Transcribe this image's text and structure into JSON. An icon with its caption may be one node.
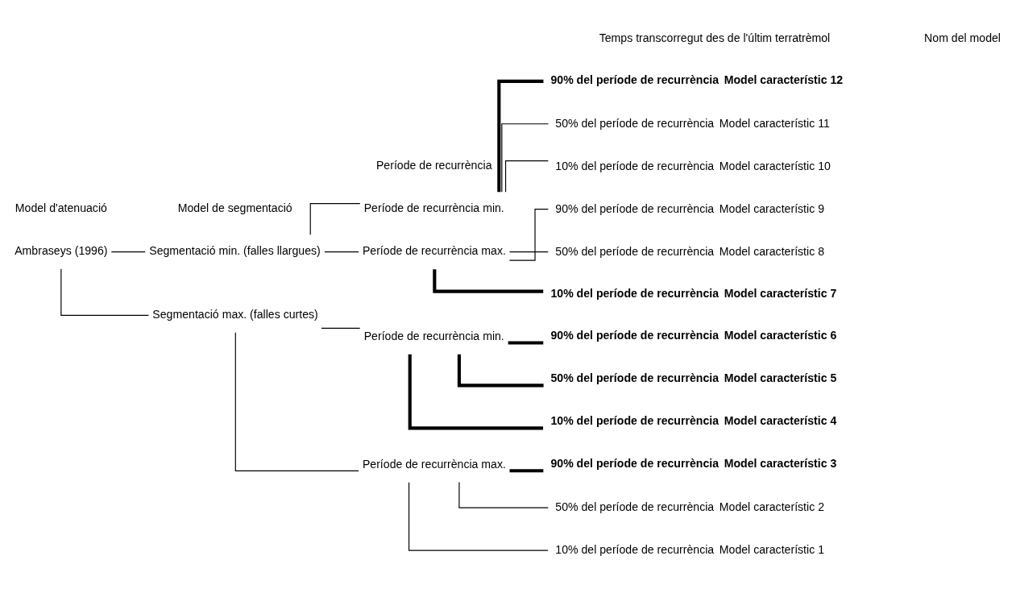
{
  "diagram": {
    "nodes": [
      {
        "text": [
          "Ambraseys (1996)"
        ]
      },
      {
        "text": [
          "Segmentació max. (falles curtes)"
        ]
      },
      {
        "text": [
          "Segmentació min. (falles llargues)"
        ]
      },
      {
        "text": [
          "Període de recurrència max."
        ]
      },
      {
        "text": [
          "Període de recurrència min."
        ]
      },
      {
        "text": [
          "Període de recurrència max."
        ]
      },
      {
        "text": [
          "Període de recurrència min."
        ]
      },
      {
        "text": [
          "10% del període de recurrència"
        ],
        "beside": [
          "Model característic 1"
        ]
      },
      {
        "text": [
          "50% del període de recurrència"
        ],
        "beside": [
          "Model característic 2"
        ]
      },
      {
        "text": [
          "90% del període de recurrència"
        ],
        "beside": [
          "Model característic 3"
        ]
      },
      {
        "text": [
          "10% del període de recurrència"
        ],
        "beside": [
          "Model característic 4"
        ]
      },
      {
        "text": [
          "50% del període de recurrència"
        ],
        "beside": [
          "Model característic 5"
        ]
      },
      {
        "text": [
          "90% del període de recurrència"
        ],
        "beside": [
          "Model característic 6"
        ]
      },
      {
        "text": [
          "10% del període de recurrència"
        ],
        "beside": [
          "Model característic 7"
        ]
      },
      {
        "text": [
          "50% del període de recurrència"
        ],
        "beside": [
          "Model característic 8"
        ]
      },
      {
        "text": [
          "90% del període de recurrència"
        ],
        "beside": [
          "Model característic 9"
        ]
      },
      {
        "text": [
          "10% del període de recurrència"
        ],
        "beside": [
          "Model característic 10"
        ]
      },
      {
        "text": [
          "50% del període de recurrència"
        ],
        "beside": [
          "Model característic 11"
        ]
      },
      {
        "text": [
          "90% del període de recurrència"
        ],
        "beside": [
          "Model característic 12"
        ]
      }
    ],
    "edges": [
      {
        "from": 0,
        "to": 1,
        "arrow": "none"
      },
      {
        "from": 0,
        "to": 2,
        "arrow": "none"
      },
      {
        "from": 1,
        "to": 3,
        "arrow": "none"
      },
      {
        "from": 1,
        "to": 4,
        "arrow": "none"
      },
      {
        "from": 2,
        "to": 5,
        "arrow": "none"
      },
      {
        "from": 2,
        "to": 6,
        "arrow": "none"
      },
      {
        "from": 3,
        "to": 7,
        "arrow": "none"
      },
      {
        "from": 3,
        "to": 8,
        "arrow": "none"
      },
      {
        "from": 3,
        "to": 9,
        "arrow": "none",
        "style": "thick"
      },
      {
        "from": 4,
        "to": 10,
        "arrow": "none",
        "style": "thick"
      },
      {
        "from": 4,
        "to": 11,
        "arrow": "none",
        "style": "thick"
      },
      {
        "from": 4,
        "to": 12,
        "arrow": "none",
        "style": "thick"
      },
      {
        "from": 5,
        "to": 13,
        "arrow": "none",
        "style": "thick"
      },
      {
        "from": 5,
        "to": 14,
        "arrow": "none"
      },
      {
        "from": 5,
        "to": 15,
        "arrow": "none"
      },
      {
        "from": 6,
        "to": 16,
        "arrow": "none"
      },
      {
        "from": 6,
        "to": 17,
        "arrow": "none"
      },
      {
        "from": 6,
        "to": 18,
        "arrow": "none",
        "style": "thick"
      }
    ],
    "labels": [
      "Model d'atenuació",
      "Model de segmentació",
      "Període de recurrència",
      "Temps transcorregut des de l'últim terratrèmol",
      "Nom del model"
    ]
  }
}
